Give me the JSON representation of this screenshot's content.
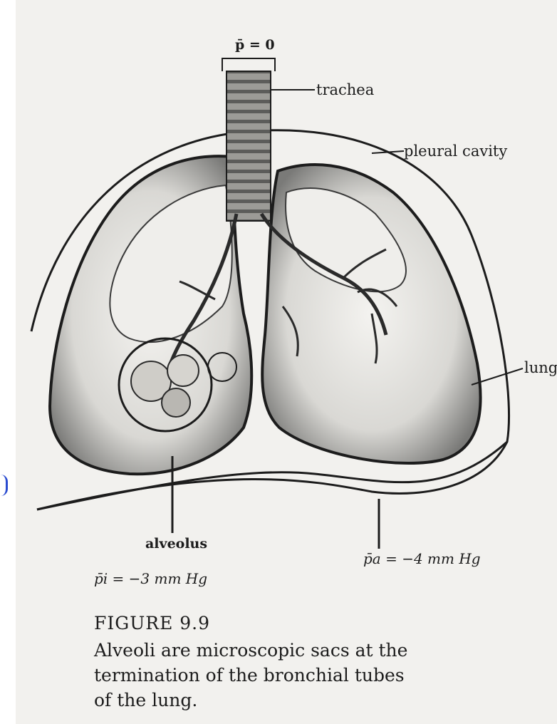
{
  "labels": {
    "pressure_top": "p̄ = 0",
    "trachea": "trachea",
    "pleural_cavity": "pleural cavity",
    "lung": "lung",
    "alveolus": "alveolus",
    "pressure_pleural": "p̄a = −4 mm Hg",
    "pressure_intra": "p̄i = −3 mm Hg"
  },
  "figure": {
    "title": "FIGURE 9.9",
    "caption_lines": [
      "Alveoli are microscopic sacs at the",
      "termination of the bronchial tubes",
      "of the lung."
    ]
  },
  "colors": {
    "ink": "#1c1c1c",
    "paper": "#f2f1ee",
    "shade": "#6f6f6f",
    "accent_mark": "#2a4bd0"
  }
}
